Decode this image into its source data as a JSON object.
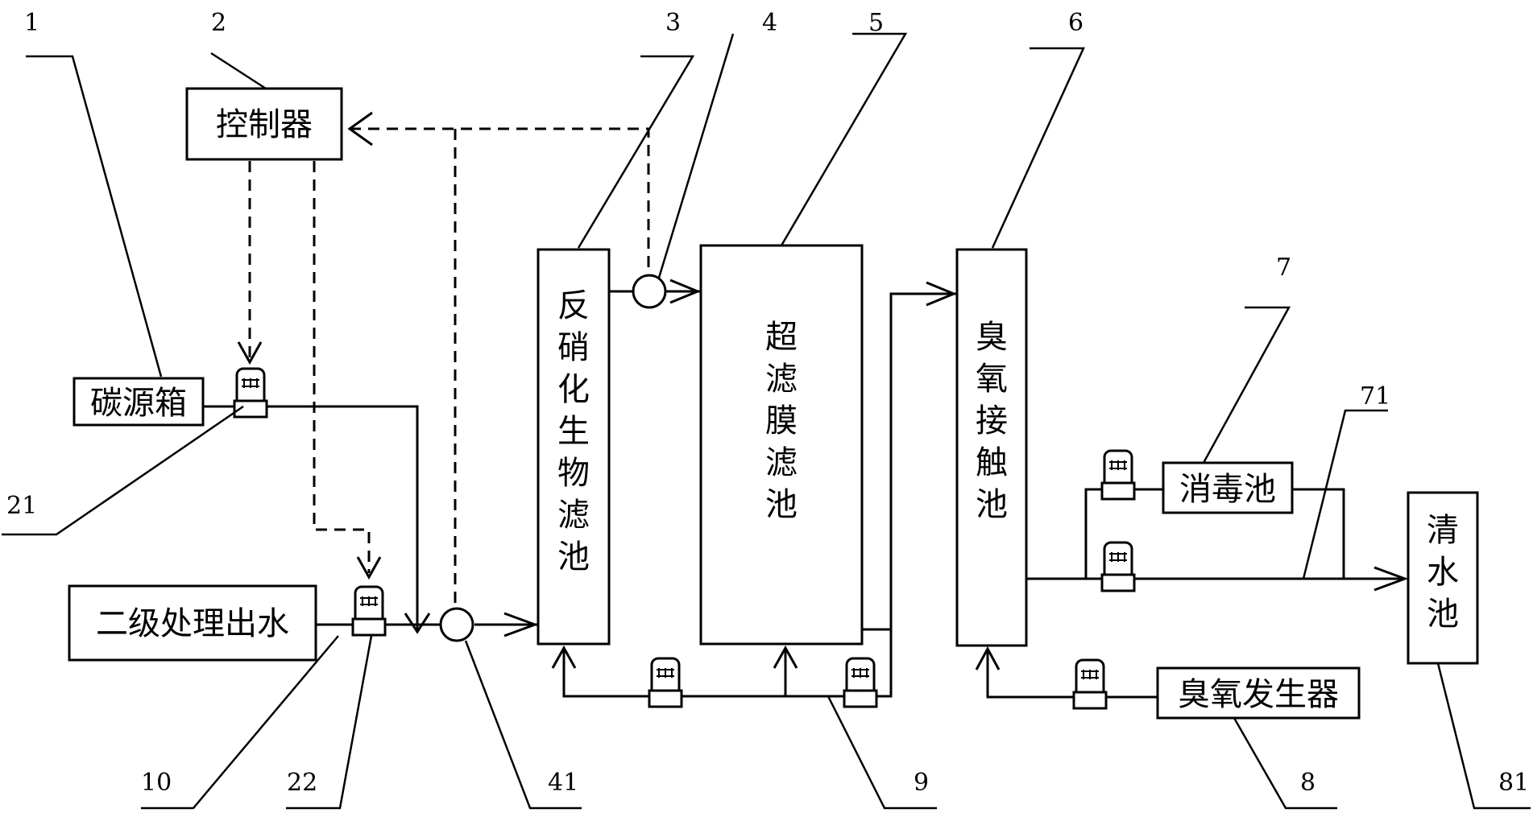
{
  "boxes": {
    "carbon_tank": "碳源箱",
    "controller": "控制器",
    "secondary_effluent": "二级处理出水",
    "denitrification_filter": [
      "反",
      "硝",
      "化",
      "生",
      "物",
      "滤",
      "池"
    ],
    "ultrafiltration": [
      "超",
      "滤",
      "膜",
      "滤",
      "池"
    ],
    "ozone_contact": [
      "臭",
      "氧",
      "接",
      "触",
      "池"
    ],
    "disinfection": "消毒池",
    "ozone_generator": "臭氧发生器",
    "clear_water": [
      "清",
      "水",
      "池"
    ]
  },
  "numbers": {
    "n1": "1",
    "n2": "2",
    "n3": "3",
    "n4": "4",
    "n5": "5",
    "n6": "6",
    "n7": "7",
    "n71": "71",
    "n21": "21",
    "n10": "10",
    "n22": "22",
    "n41": "41",
    "n9": "9",
    "n8": "8",
    "n81": "81"
  }
}
